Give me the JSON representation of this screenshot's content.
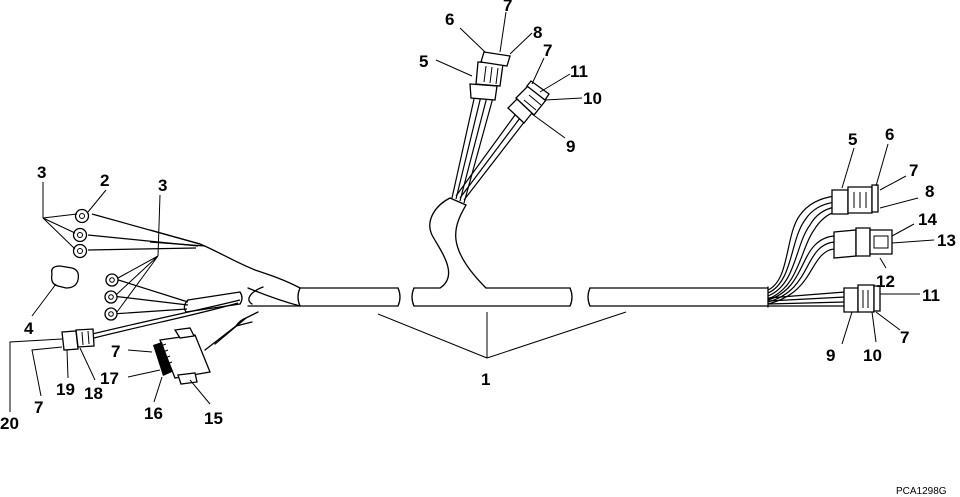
{
  "labels": {
    "l1": "1",
    "l2": "2",
    "l3a": "3",
    "l3b": "3",
    "l4": "4",
    "l5a": "5",
    "l5b": "5",
    "l6a": "6",
    "l6b": "6",
    "l7a": "7",
    "l7b": "7",
    "l7c": "7",
    "l7d": "7",
    "l7e": "7",
    "l7f": "7",
    "l8a": "8",
    "l8b": "8",
    "l9a": "9",
    "l9b": "9",
    "l10a": "10",
    "l10b": "10",
    "l11a": "11",
    "l11b": "11",
    "l12": "12",
    "l13": "13",
    "l14": "14",
    "l15": "15",
    "l16": "16",
    "l17": "17",
    "l18": "18",
    "l19": "19",
    "l20": "20"
  },
  "figure_code": "PCA1298G"
}
